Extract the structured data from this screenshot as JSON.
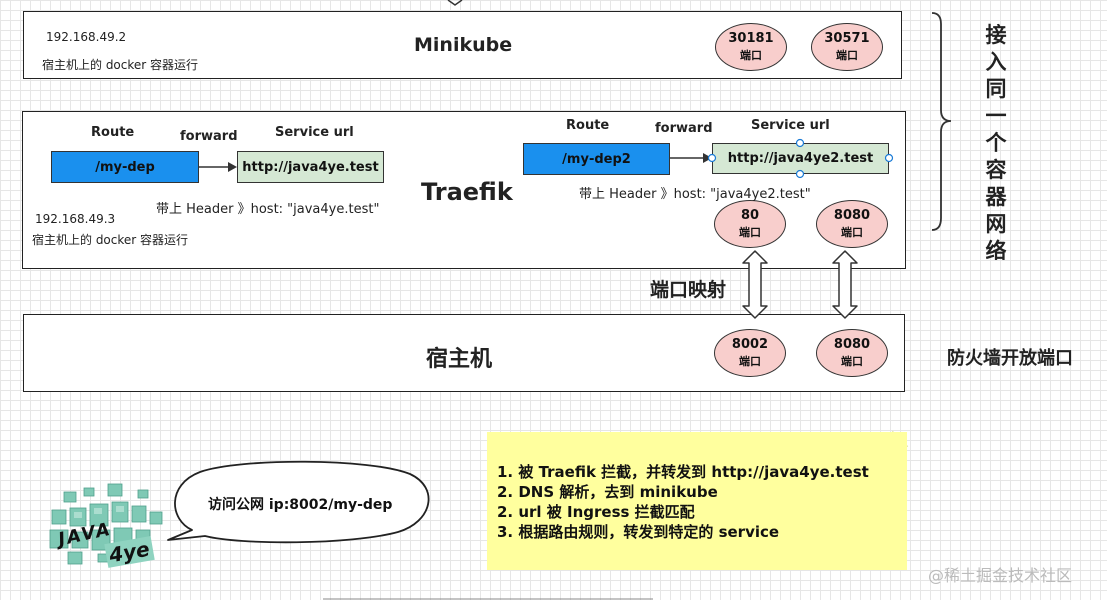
{
  "minikube": {
    "title": "Minikube",
    "ip": "192.168.49.2",
    "note": "宿主机上的 docker 容器运行",
    "ports": [
      {
        "num": "30181",
        "label": "端口"
      },
      {
        "num": "30571",
        "label": "端口"
      }
    ]
  },
  "traefik": {
    "title": "Traefik",
    "ip": "192.168.49.3",
    "note": "宿主机上的 docker 容器运行",
    "left": {
      "route_label": "Route",
      "forward_label": "forward",
      "service_label": "Service url",
      "route": "/my-dep",
      "service": "http://java4ye.test",
      "header": "带上 Header 》host: \"java4ye.test\""
    },
    "right": {
      "route_label": "Route",
      "forward_label": "forward",
      "service_label": "Service url",
      "route": "/my-dep2",
      "service": "http://java4ye2.test",
      "header": "带上 Header 》host: \"java4ye2.test\""
    },
    "ports": [
      {
        "num": "80",
        "label": "端口"
      },
      {
        "num": "8080",
        "label": "端口"
      }
    ]
  },
  "host": {
    "title": "宿主机",
    "ports": [
      {
        "num": "8002",
        "label": "端口"
      },
      {
        "num": "8080",
        "label": "端口"
      }
    ]
  },
  "port_mapping_label": "端口映射",
  "network_label": [
    "接",
    "入",
    "同",
    "一",
    "个",
    "容",
    "器",
    "网",
    "络"
  ],
  "firewall_label": "防火墙开放端口",
  "speech": "访问公网 ip:8002/my-dep",
  "logo": {
    "line1": "JAVA",
    "line2": "4ye"
  },
  "notes": [
    "1. 被 Traefik 拦截，并转发到 http://java4ye.test",
    "2. DNS 解析，去到 minikube",
    "2. url 被 Ingress 拦截匹配",
    "3. 根据路由规则，转发到特定的 service"
  ],
  "watermark": "@稀土掘金技术社区",
  "colors": {
    "route_blue": "#1a90ee",
    "service_green": "#d5e8d4",
    "port_pink": "#f8cecc",
    "sticky_yellow": "#ffff9e"
  }
}
